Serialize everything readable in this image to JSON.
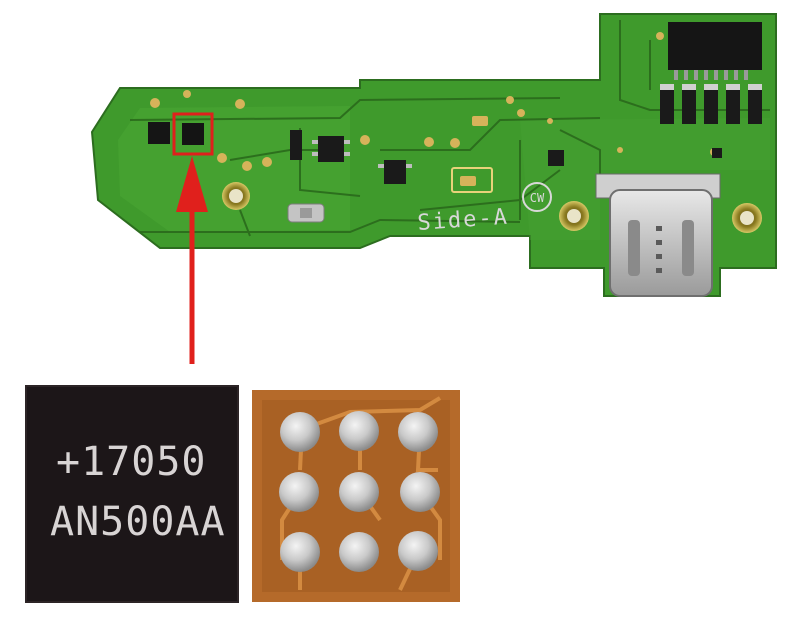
{
  "board": {
    "silkscreen_side": "Side-A",
    "silkscreen_cw": "CW"
  },
  "chip_top": {
    "marking_line1": "+17050",
    "marking_line2": "AN500AA"
  },
  "chip_bottom": {
    "ball_grid": "3x3"
  },
  "colors": {
    "pcb_green": "#3f9a2c",
    "pcb_dark": "#2f7d22",
    "trace": "#2a6a1c",
    "pad_gold": "#d6b35a",
    "highlight_red": "#e0201c",
    "chip_black": "#1c1618",
    "chip_copper": "#b56a2a",
    "ball_silver": "#cfcfcf"
  }
}
